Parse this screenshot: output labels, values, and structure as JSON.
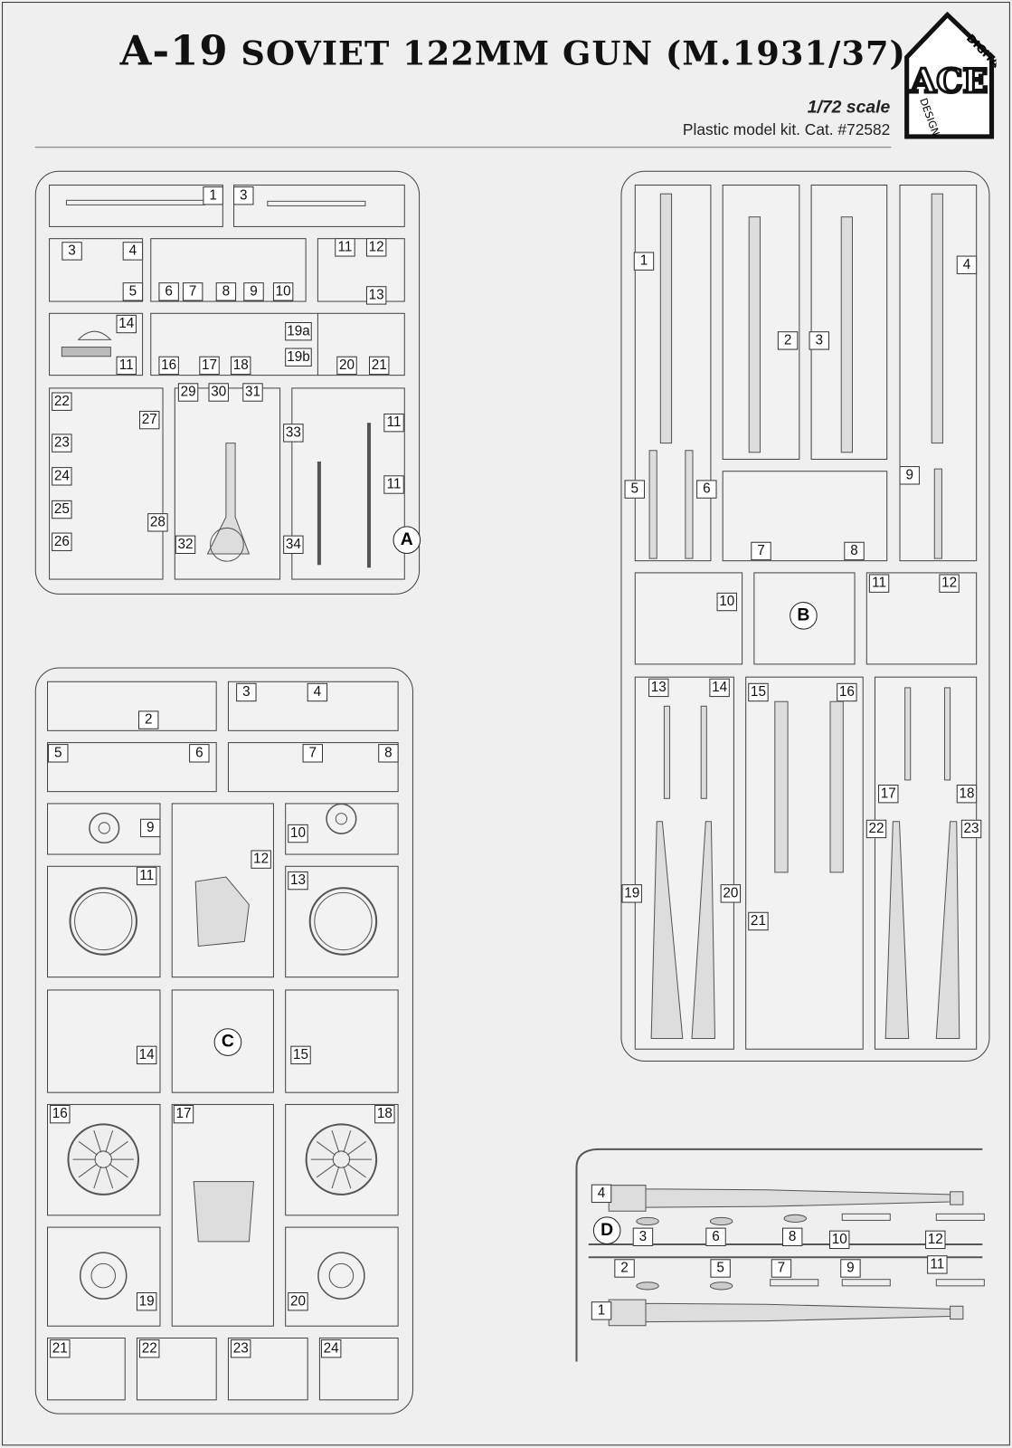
{
  "header": {
    "title_model": "A-19",
    "title_rest": "SOVIET 122MM GUN (M.1931/37)",
    "scale": "1/72 scale",
    "catalog": "Plastic model kit. Cat. #72582",
    "logo_text": "ACE DIGITAL DESIGN"
  },
  "sprue_a": {
    "letter": "A",
    "parts": [
      "1",
      "3",
      "3",
      "4",
      "5",
      "6",
      "7",
      "8",
      "9",
      "10",
      "11",
      "12",
      "13",
      "14",
      "11",
      "16",
      "17",
      "18",
      "19a",
      "19b",
      "20",
      "21",
      "22",
      "23",
      "24",
      "25",
      "26",
      "27",
      "28",
      "29",
      "30",
      "31",
      "33",
      "11",
      "11",
      "32",
      "34"
    ]
  },
  "sprue_b": {
    "letter": "B",
    "parts": [
      "1",
      "2",
      "3",
      "4",
      "5",
      "6",
      "7",
      "8",
      "9",
      "10",
      "11",
      "12",
      "13",
      "14",
      "15",
      "16",
      "17",
      "18",
      "22",
      "23",
      "19",
      "20",
      "21"
    ]
  },
  "sprue_c": {
    "letter": "C",
    "parts": [
      "2",
      "3",
      "4",
      "5",
      "6",
      "7",
      "8",
      "9",
      "10",
      "11",
      "12",
      "13",
      "14",
      "15",
      "16",
      "17",
      "18",
      "19",
      "20",
      "21",
      "22",
      "23",
      "24"
    ]
  },
  "sprue_d": {
    "letter": "D",
    "parts": [
      "4",
      "3",
      "6",
      "8",
      "10",
      "12",
      "2",
      "5",
      "7",
      "9",
      "11",
      "1"
    ]
  },
  "colors": {
    "line": "#444444",
    "part": "#888888",
    "background": "#efefef"
  }
}
